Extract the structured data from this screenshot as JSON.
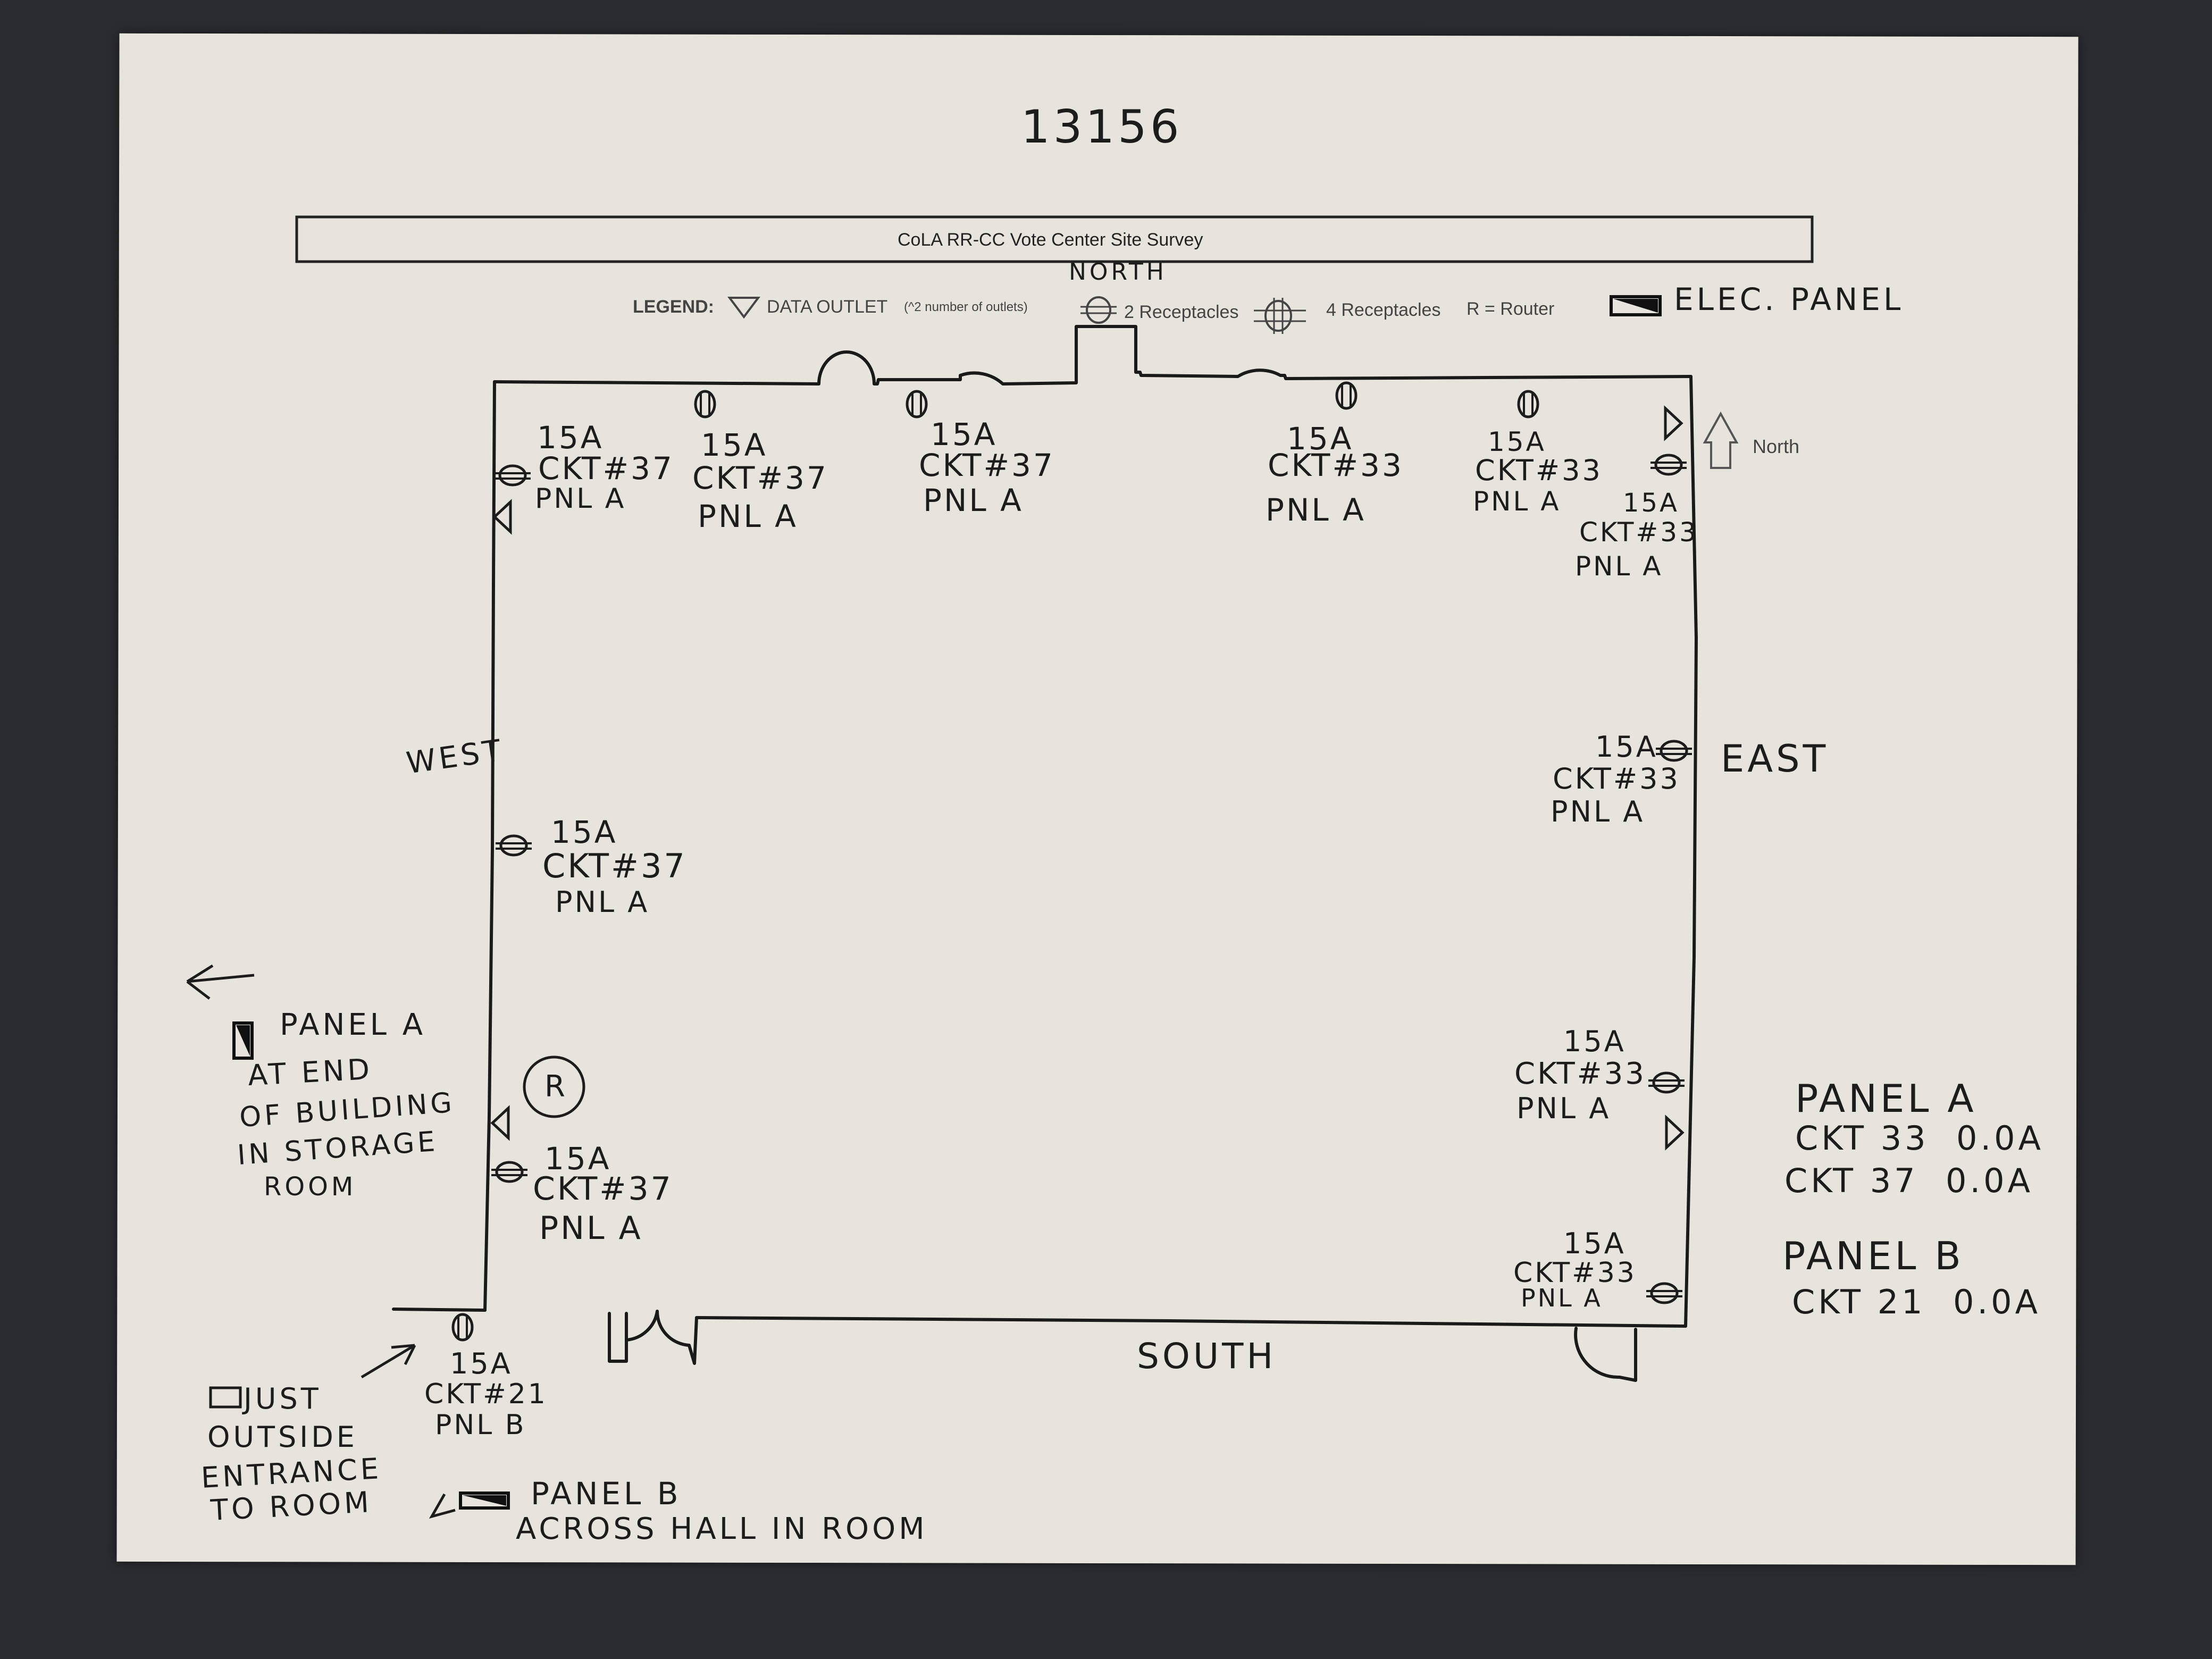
{
  "page_number": "13156",
  "title": "CoLA RR-CC Vote Center Site Survey",
  "legend": {
    "label": "LEGEND:",
    "data_outlet": "DATA OUTLET",
    "data_outlet_note": "(^2 number of outlets)",
    "two_receptacles": "2 Receptacles",
    "four_receptacles": "4 Receptacles",
    "router": "R = Router",
    "elec_panel": "ELEC. PANEL"
  },
  "compass": {
    "north_top": "NORTH",
    "north_arrow": "North",
    "west": "WEST",
    "east": "EAST",
    "south": "SOUTH"
  },
  "outlets": [
    {
      "amp": "15A",
      "ckt": "CKT#37",
      "pnl": "PNL A"
    },
    {
      "amp": "15A",
      "ckt": "CKT#37",
      "pnl": "PNL A"
    },
    {
      "amp": "15A",
      "ckt": "CKT#37",
      "pnl": "PNL A"
    },
    {
      "amp": "15A",
      "ckt": "CKT#33",
      "pnl": "PNL A"
    },
    {
      "amp": "15A",
      "ckt": "CKT#33",
      "pnl": "PNL A"
    },
    {
      "amp": "15A",
      "ckt": "CKT#33",
      "pnl": "PNL A"
    },
    {
      "amp": "15A",
      "ckt": "CKT#33",
      "pnl": "PNL A"
    },
    {
      "amp": "15A",
      "ckt": "CKT#33",
      "pnl": "PNL A"
    },
    {
      "amp": "15A",
      "ckt": "CKT#33",
      "pnl": "PNL A"
    },
    {
      "amp": "15A",
      "ckt": "CKT#37",
      "pnl": "PNL A"
    },
    {
      "amp": "15A",
      "ckt": "CKT#37",
      "pnl": "PNL A"
    },
    {
      "amp": "15A",
      "ckt": "CKT#21",
      "pnl": "PNL B"
    }
  ],
  "router_mark": "R",
  "notes": {
    "panel_a": [
      "PANEL A",
      "AT END",
      "OF BUILDING",
      "IN STORAGE",
      "ROOM"
    ],
    "just_outside": [
      "JUST",
      "OUTSIDE",
      "ENTRANCE",
      "TO ROOM"
    ],
    "panel_b": [
      "PANEL B",
      "ACROSS HALL IN ROOM"
    ]
  },
  "summary": {
    "panel_a_title": "PANEL A",
    "ckt33": "CKT 33  0.0A",
    "ckt37": "CKT 37  0.0A",
    "panel_b_title": "PANEL B",
    "ckt21": "CKT 21  0.0A"
  }
}
